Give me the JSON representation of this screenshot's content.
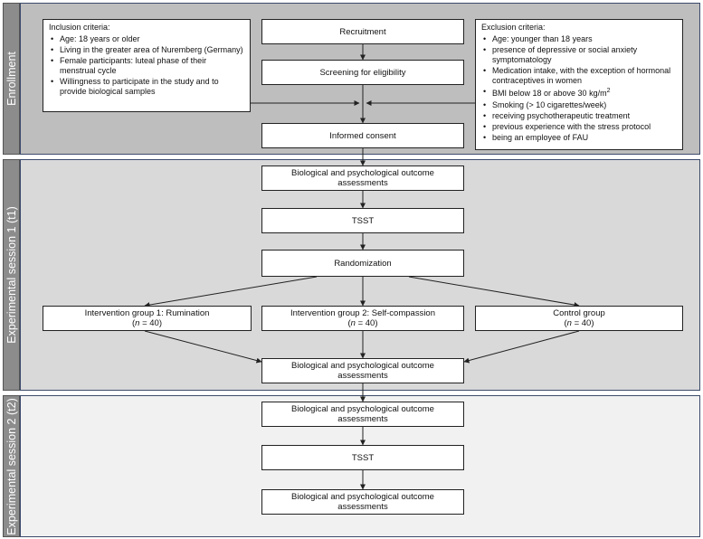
{
  "sections": {
    "enrollment": "Enrollment",
    "session1": "Experimental session 1 (t1)",
    "session2": "Experimental session 2 (t2)"
  },
  "inclusion": {
    "title": "Inclusion criteria:",
    "items": [
      "Age: 18 years or older",
      "Living in the greater area of Nuremberg (Germany)",
      "Female participants: luteal phase of their menstrual cycle",
      "Willingness to participate in the study and to provide biological samples"
    ]
  },
  "exclusion": {
    "title": "Exclusion criteria:",
    "items": [
      "Age: younger than 18 years",
      "presence of depressive or social anxiety symptomatology",
      "Medication intake, with the exception of hormonal contraceptives in women",
      "BMI below 18 or above 30 kg/m",
      "Smoking (> 10 cigarettes/week)",
      "receiving psychotherapeutic treatment",
      "previous experience with the stress protocol",
      "being an employee of FAU"
    ],
    "bmi_superscript": "2"
  },
  "boxes": {
    "recruitment": "Recruitment",
    "screening": "Screening for eligibility",
    "consent": "Informed consent",
    "assess_t1_pre": "Biological and psychological outcome assessments",
    "tsst_t1": "TSST",
    "randomization": "Randomization",
    "assess_t1_post": "Biological and psychological outcome assessments",
    "assess_t2_pre": "Biological and psychological outcome assessments",
    "tsst_t2": "TSST",
    "assess_t2_post": "Biological and psychological outcome assessments"
  },
  "groups": [
    {
      "name": "Intervention group 1: Rumination",
      "n_label": "n",
      "n_value": " = 40"
    },
    {
      "name": "Intervention group 2: Self-compassion",
      "n_label": "n",
      "n_value": " = 40"
    },
    {
      "name": "Control group",
      "n_label": "n",
      "n_value": " = 40"
    }
  ],
  "colors": {
    "enrollment_panel": "#bebebe",
    "session1_panel": "#d9d9d9",
    "session2_panel": "#f1f1f1",
    "sidebar": "#8c8c8c",
    "panel_border": "#3b4a6b"
  }
}
